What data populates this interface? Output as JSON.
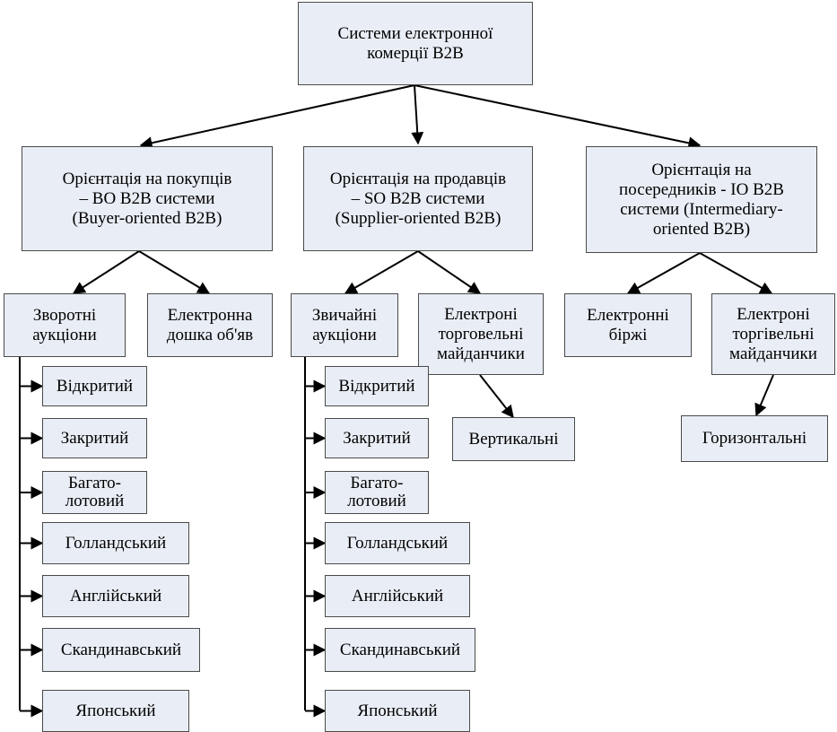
{
  "root": "Системи електронної\nкомерції B2B",
  "categories": {
    "buyer": "Орієнтація на покупців\n– BO B2B системи\n(Buyer-oriented B2B)",
    "supplier": "Орієнтація на продавців\n– SO B2B системи\n(Supplier-oriented  B2B)",
    "intermediary": "Орієнтація на\nпосередників -  IO B2B\nсистеми (Intermediary-\noriented B2B)"
  },
  "buyer_children": {
    "reverse_auctions": "Зворотні\nаукціони",
    "bulletin_board": "Електронна\nдошка об'яв"
  },
  "supplier_children": {
    "ordinary_auctions": "Звичайні\nаукціони",
    "trading_platforms": "Електроні\nторговельні\nмайданчики"
  },
  "intermediary_children": {
    "exchanges": "Електронні\nбіржі",
    "trading_platforms": "Електроні\nторгівельні\nмайданчики"
  },
  "vertical": "Вертикальні",
  "horizontal": "Горизонтальні",
  "reverse_auction_types": [
    "Відкритий",
    "Закритий",
    "Багато-\nлотовий",
    "Голландський",
    "Англійський",
    "Скандинавський",
    "Японський"
  ],
  "ordinary_auction_types": [
    "Відкритий",
    "Закритий",
    "Багато-\nлотовий",
    "Голландський",
    "Англійський",
    "Скандинавський",
    "Японський"
  ],
  "colors": {
    "box_fill": "#e9edf5",
    "border": "#4a4a4a",
    "line": "#000000"
  }
}
